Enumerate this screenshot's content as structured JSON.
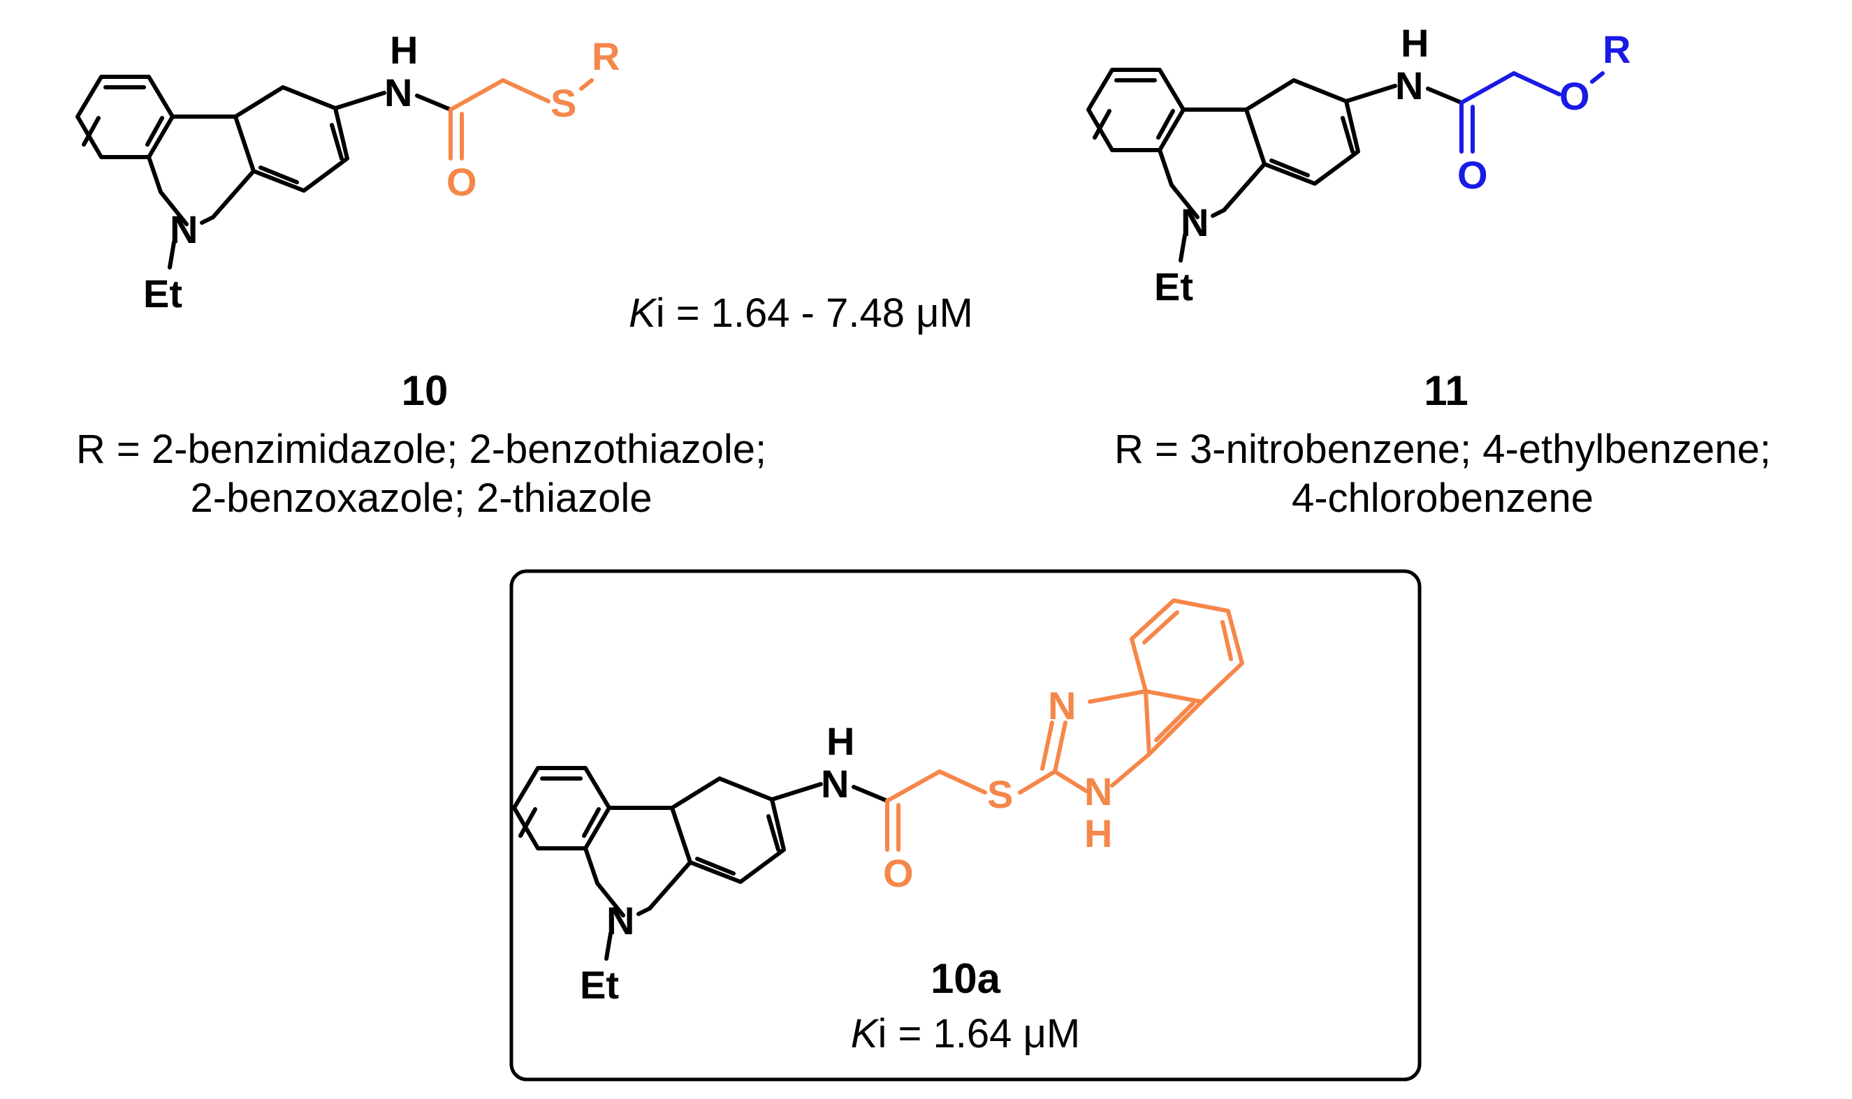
{
  "colors": {
    "core": "#000000",
    "thioether": "#f5874a",
    "ether": "#1a1ae6",
    "box_border": "#000000"
  },
  "atoms": {
    "nh_h": "H",
    "nh_n": "N",
    "carbonyl_o": "O",
    "sulfur": "S",
    "oxygen": "O",
    "r_group": "R",
    "ring_n": "N",
    "ethyl": "Et",
    "imidazole_n": "N",
    "imidazole_nh_n": "N",
    "imidazole_nh_h": "H"
  },
  "compound_10": {
    "label": "10",
    "r_line1": "R = 2-benzimidazole; 2-benzothiazole;",
    "r_line2": "2-benzoxazole; 2-thiazole"
  },
  "compound_11": {
    "label": "11",
    "r_line1": "R = 3-nitrobenzene; 4-ethylbenzene;",
    "r_line2": "4-chlorobenzene"
  },
  "ki_range": {
    "italic": "K",
    "rest": "i =  1.64 - 7.48 μM"
  },
  "compound_10a": {
    "label": "10a",
    "ki_italic": "K",
    "ki_rest": "i = 1.64 μM"
  }
}
